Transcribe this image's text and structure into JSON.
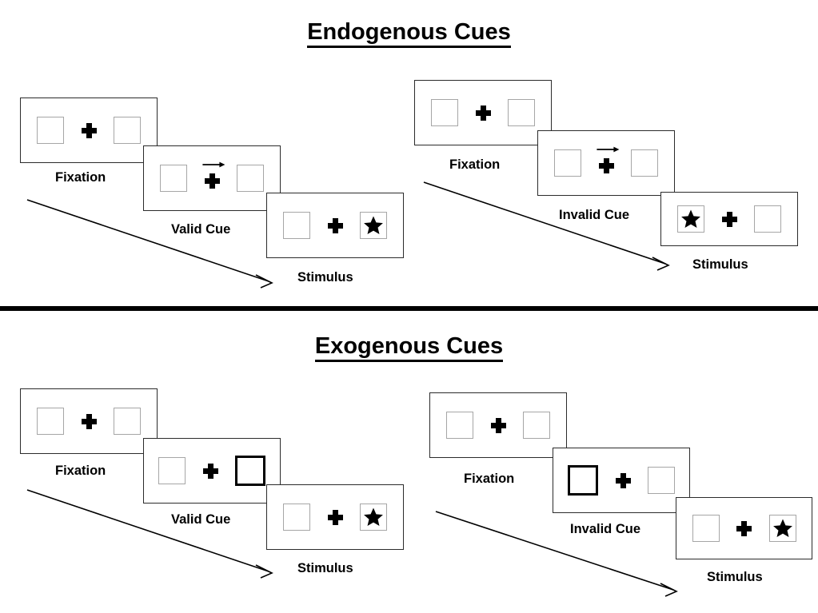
{
  "sections": [
    {
      "id": "endogenous",
      "title": "Endogenous Cues",
      "groups": [
        {
          "id": "endogenous-valid",
          "panels": [
            {
              "id": "fixation",
              "label": "Fixation",
              "left_content": "empty",
              "right_content": "empty",
              "cue_arrow": false,
              "left_cued": false,
              "right_cued": false
            },
            {
              "id": "cue",
              "label": "Valid Cue",
              "left_content": "empty",
              "right_content": "empty",
              "cue_arrow": true,
              "cue_direction": "right",
              "left_cued": false,
              "right_cued": false
            },
            {
              "id": "stimulus",
              "label": "Stimulus",
              "left_content": "empty",
              "right_content": "star",
              "cue_arrow": false,
              "left_cued": false,
              "right_cued": false
            }
          ]
        },
        {
          "id": "endogenous-invalid",
          "panels": [
            {
              "id": "fixation",
              "label": "Fixation",
              "left_content": "empty",
              "right_content": "empty",
              "cue_arrow": false,
              "left_cued": false,
              "right_cued": false
            },
            {
              "id": "cue",
              "label": "Invalid Cue",
              "left_content": "empty",
              "right_content": "empty",
              "cue_arrow": true,
              "cue_direction": "right",
              "left_cued": false,
              "right_cued": false
            },
            {
              "id": "stimulus",
              "label": "Stimulus",
              "left_content": "star",
              "right_content": "empty",
              "cue_arrow": false,
              "left_cued": false,
              "right_cued": false
            }
          ]
        }
      ]
    },
    {
      "id": "exogenous",
      "title": "Exogenous Cues",
      "groups": [
        {
          "id": "exogenous-valid",
          "panels": [
            {
              "id": "fixation",
              "label": "Fixation",
              "left_content": "empty",
              "right_content": "empty",
              "cue_arrow": false,
              "left_cued": false,
              "right_cued": false
            },
            {
              "id": "cue",
              "label": "Valid Cue",
              "left_content": "empty",
              "right_content": "empty",
              "cue_arrow": false,
              "left_cued": false,
              "right_cued": true
            },
            {
              "id": "stimulus",
              "label": "Stimulus",
              "left_content": "empty",
              "right_content": "star",
              "cue_arrow": false,
              "left_cued": false,
              "right_cued": false
            }
          ]
        },
        {
          "id": "exogenous-invalid",
          "panels": [
            {
              "id": "fixation",
              "label": "Fixation",
              "left_content": "empty",
              "right_content": "empty",
              "cue_arrow": false,
              "left_cued": false,
              "right_cued": false
            },
            {
              "id": "cue",
              "label": "Invalid Cue",
              "left_content": "empty",
              "right_content": "empty",
              "cue_arrow": false,
              "left_cued": true,
              "right_cued": false
            },
            {
              "id": "stimulus",
              "label": "Stimulus",
              "left_content": "empty",
              "right_content": "star",
              "cue_arrow": false,
              "left_cued": false,
              "right_cued": false
            }
          ]
        }
      ]
    }
  ],
  "labels": {
    "endogenous_title": "Endogenous Cues",
    "exogenous_title": "Exogenous Cues",
    "fixation": "Fixation",
    "valid_cue": "Valid Cue",
    "invalid_cue": "Invalid Cue",
    "stimulus": "Stimulus"
  },
  "colors": {
    "background": "#ffffff",
    "ink": "#000000",
    "panel_border": "#2b2b2b",
    "slot_border": "#a6a6a6",
    "cued_slot_border": "#000000",
    "divider": "#000000"
  }
}
